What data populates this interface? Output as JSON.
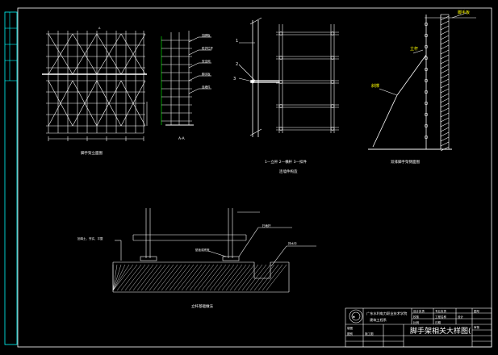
{
  "drawing": {
    "title_block": {
      "school": "广东水利电力职业技术学院",
      "dept": "建筑工程系",
      "drawing_title": "脚手架相关大样图",
      "drawing_title_suffix": "(",
      "cells": [
        "设计负责",
        "专业负责",
        "图号",
        "校核",
        "工程名称",
        "设计",
        "比例",
        "日期",
        "审核",
        "制图",
        "图别",
        "施工图"
      ]
    },
    "labels": {
      "detail1_caption": "脚手架立面图",
      "detail2_caption": "A-A",
      "detail3_legend": "1—立杆  2—横杆  3—扣件",
      "detail3_caption": "连墙件构造",
      "detail3_n1": "1",
      "detail3_n2": "2",
      "detail3_n3": "3",
      "detail4_top": "脚手板",
      "detail4_pole": "立杆",
      "detail4_brace": "斜撑",
      "detail4_caption": "双排脚手架侧面图",
      "detail5_left": "回填土、夯实、平整",
      "detail5_r1": "垫板或底座",
      "detail5_r2": "扫地杆",
      "detail5_r3": "排水沟",
      "detail5_caption": "立杆基础做法",
      "dim_a": "A",
      "stair_labels": [
        "挡脚板",
        "防护栏杆",
        "安全网",
        "脚手板",
        "连墙件"
      ]
    }
  }
}
